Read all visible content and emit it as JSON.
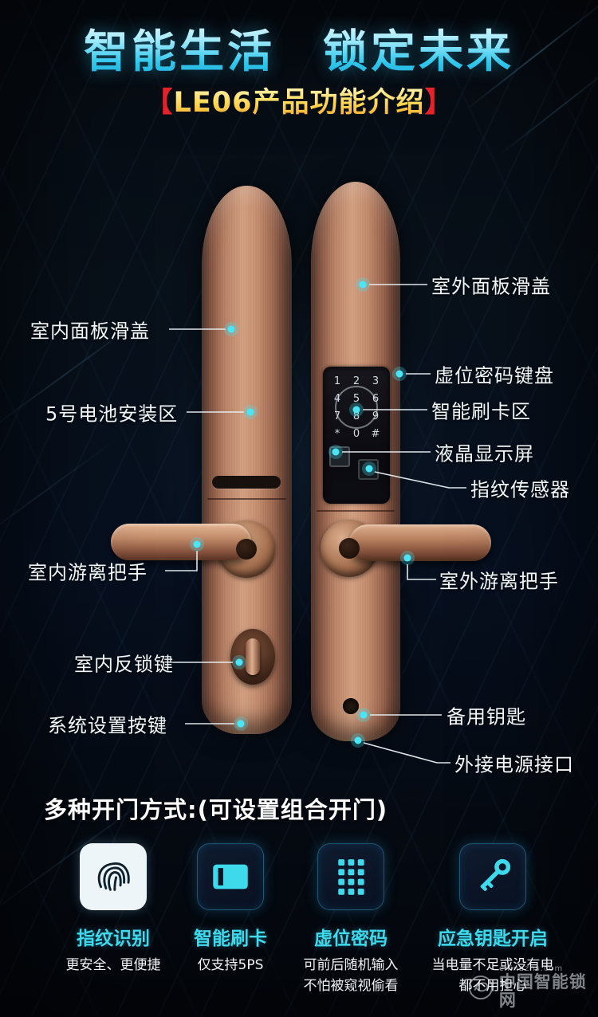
{
  "header": {
    "title": "智能生活　锁定未来",
    "subtitle": {
      "left_bracket": "【",
      "text": "LE06产品功能介绍",
      "right_bracket": "】"
    }
  },
  "callouts": {
    "left": [
      {
        "label": "室内面板滑盖"
      },
      {
        "label": "5号电池安装区"
      },
      {
        "label": "室内游离把手"
      },
      {
        "label": "室内反锁键"
      },
      {
        "label": "系统设置按键"
      }
    ],
    "right": [
      {
        "label": "室外面板滑盖"
      },
      {
        "label": "虚位密码键盘"
      },
      {
        "label": "智能刷卡区"
      },
      {
        "label": "液晶显示屏"
      },
      {
        "label": "指纹传感器"
      },
      {
        "label": "室外游离把手"
      },
      {
        "label": "备用钥匙"
      },
      {
        "label": "外接电源接口"
      }
    ]
  },
  "lock": {
    "keypad_keys": [
      "1",
      "2",
      "3",
      "4",
      "5",
      "6",
      "7",
      "8",
      "9",
      "*",
      "0",
      "#"
    ]
  },
  "section": {
    "title": "多种开门方式:(可设置组合开门)"
  },
  "features": [
    {
      "icon": "fingerprint-icon",
      "title": "指纹识别",
      "desc1": "更安全、更便捷",
      "desc2": ""
    },
    {
      "icon": "card-icon",
      "title": "智能刷卡",
      "desc1": "仅支持5PS",
      "desc2": ""
    },
    {
      "icon": "keypad-icon",
      "title": "虚位密码",
      "desc1": "可前后随机输入",
      "desc2": "不怕被窥视偷看"
    },
    {
      "icon": "key-icon",
      "title": "应急钥匙开启",
      "desc1": "当电量不足或没有电",
      "desc2": "都不用担心"
    }
  ],
  "watermark": {
    "domain": "chinazns.com",
    "site": "中国智能锁网"
  },
  "colors": {
    "accent_cyan": "#3fd9ec",
    "bracket_red": "#e6212b",
    "subtitle_gold": "#ffd54e",
    "copper": "#c08b6e"
  }
}
